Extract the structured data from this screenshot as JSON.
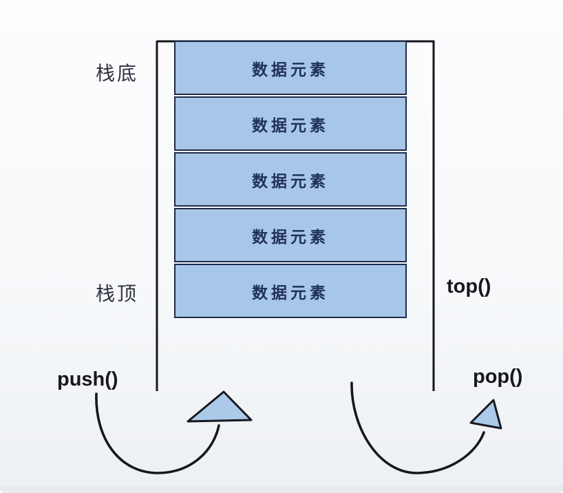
{
  "diagram": {
    "title_semantics": "stack-structure-diagram",
    "labels": {
      "stack_bottom": "栈底",
      "stack_top": "栈顶",
      "top_fn": "top()",
      "push_fn": "push()",
      "pop_fn": "pop()"
    },
    "stack": {
      "elements": [
        "数据元素",
        "数据元素",
        "数据元素",
        "数据元素",
        "数据元素"
      ]
    },
    "icons": {
      "push_arrow": "curved-up-arrow",
      "pop_arrow": "curved-up-arrow"
    },
    "colors": {
      "box_fill": "#a7c6e8",
      "box_border": "#1c2b47",
      "box_text": "#203257",
      "structure_line": "#15151d",
      "arrow_stroke": "#17171c",
      "arrow_fill": "#abc9e9",
      "background_top": "#fdfdfe",
      "background_bottom": "#eef1f4",
      "footer_strip": "#e7eaee"
    }
  }
}
